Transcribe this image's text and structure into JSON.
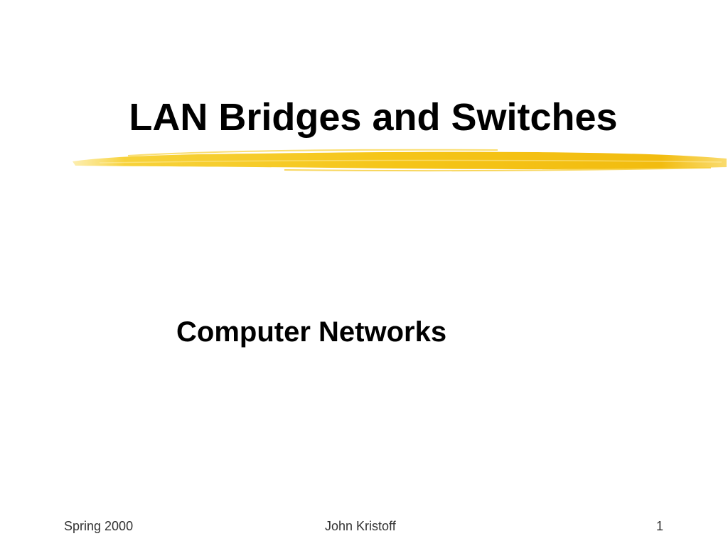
{
  "slide": {
    "title": "LAN Bridges and Switches",
    "subtitle": "Computer Networks",
    "accent_color": "#F5C518"
  },
  "footer": {
    "left": "Spring 2000",
    "center": "John Kristoff",
    "right": "1"
  }
}
